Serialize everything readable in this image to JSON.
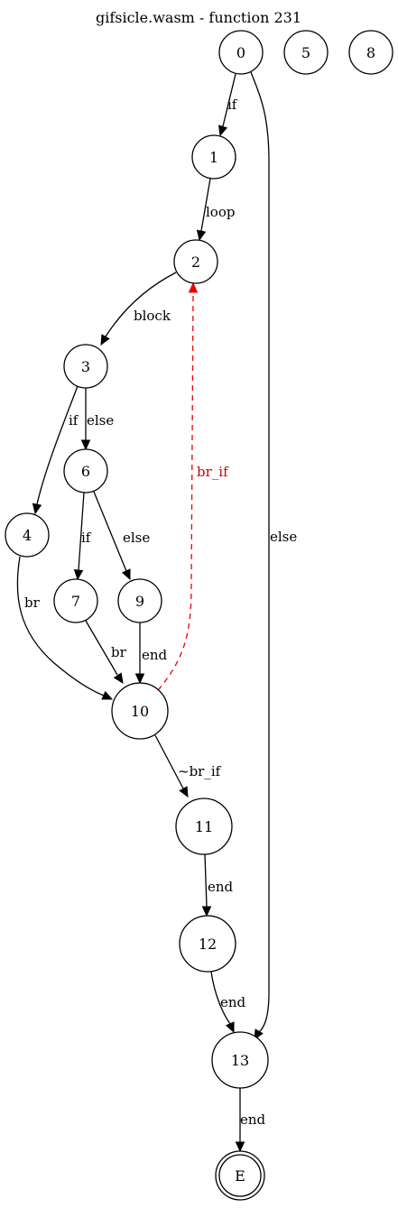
{
  "title": "gifsicle.wasm - function 231",
  "colors": {
    "ink": "#000000",
    "backedge": "#ee0000",
    "background": "#ffffff"
  },
  "nodes": [
    {
      "id": "0",
      "label": "0"
    },
    {
      "id": "5",
      "label": "5"
    },
    {
      "id": "8",
      "label": "8"
    },
    {
      "id": "1",
      "label": "1"
    },
    {
      "id": "2",
      "label": "2"
    },
    {
      "id": "3",
      "label": "3"
    },
    {
      "id": "6",
      "label": "6"
    },
    {
      "id": "4",
      "label": "4"
    },
    {
      "id": "7",
      "label": "7"
    },
    {
      "id": "9",
      "label": "9"
    },
    {
      "id": "10",
      "label": "10"
    },
    {
      "id": "11",
      "label": "11"
    },
    {
      "id": "12",
      "label": "12"
    },
    {
      "id": "13",
      "label": "13"
    },
    {
      "id": "E",
      "label": "E",
      "shape": "doublecircle"
    }
  ],
  "edges": [
    {
      "from": "0",
      "to": "1",
      "label": "if"
    },
    {
      "from": "0",
      "to": "13",
      "label": "else"
    },
    {
      "from": "1",
      "to": "2",
      "label": "loop"
    },
    {
      "from": "2",
      "to": "3",
      "label": "block"
    },
    {
      "from": "3",
      "to": "4",
      "label": "if"
    },
    {
      "from": "3",
      "to": "6",
      "label": "else"
    },
    {
      "from": "6",
      "to": "7",
      "label": "if"
    },
    {
      "from": "6",
      "to": "9",
      "label": "else"
    },
    {
      "from": "4",
      "to": "10",
      "label": "br"
    },
    {
      "from": "7",
      "to": "10",
      "label": "br"
    },
    {
      "from": "9",
      "to": "10",
      "label": "end"
    },
    {
      "from": "10",
      "to": "2",
      "label": "br_if",
      "style": "dashed"
    },
    {
      "from": "10",
      "to": "11",
      "label": "~br_if"
    },
    {
      "from": "11",
      "to": "12",
      "label": "end"
    },
    {
      "from": "12",
      "to": "13",
      "label": "end"
    },
    {
      "from": "13",
      "to": "E",
      "label": "end"
    }
  ]
}
